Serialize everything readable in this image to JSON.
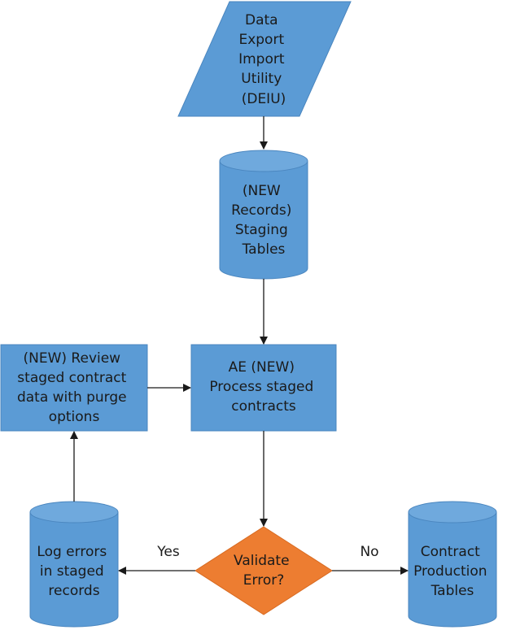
{
  "nodes": {
    "deiu": {
      "lines": [
        "Data",
        "Export",
        "Import",
        "Utility",
        "(DEIU)"
      ]
    },
    "staging": {
      "lines": [
        "(NEW",
        "Records)",
        "Staging",
        "Tables"
      ]
    },
    "review": {
      "lines": [
        "(NEW) Review",
        "staged contract",
        "data with purge",
        "options"
      ]
    },
    "process": {
      "lines": [
        "AE (NEW)",
        "Process staged",
        "contracts"
      ]
    },
    "validate": {
      "lines": [
        "Validate",
        "Error?"
      ]
    },
    "log": {
      "lines": [
        "Log errors",
        "in staged",
        "records"
      ]
    },
    "production": {
      "lines": [
        "Contract",
        "Production",
        "Tables"
      ]
    }
  },
  "edges": {
    "yes": "Yes",
    "no": "No"
  },
  "colors": {
    "shape_fill": "#5b9bd5",
    "decision_fill": "#ed7d31",
    "connector": "#1a1a1a"
  }
}
